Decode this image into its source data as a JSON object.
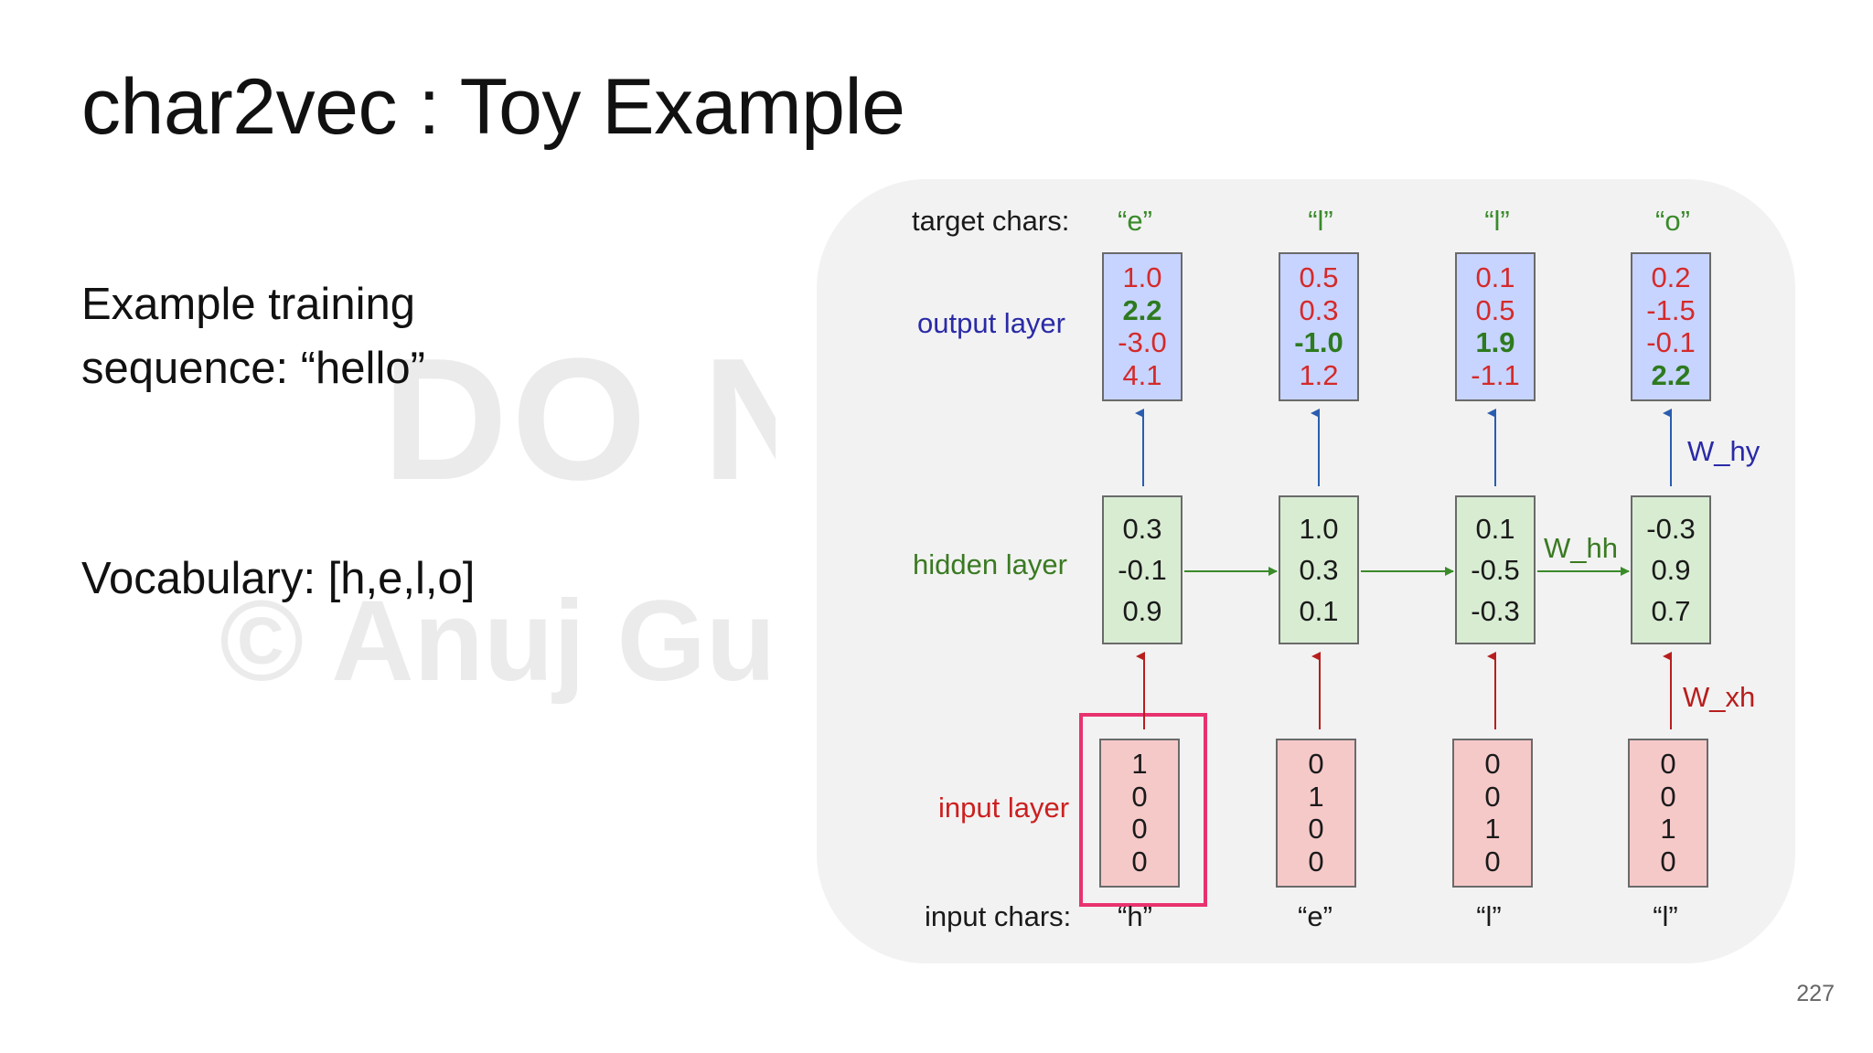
{
  "slide": {
    "title": "char2vec : Toy Example",
    "body_line1": "Example training",
    "body_line2": "sequence: “hello”",
    "vocabulary": "Vocabulary: [h,e,l,o]",
    "page_number": "227"
  },
  "watermark": {
    "line1": "DO NOT COPY",
    "line2": "© Anuj Gupta"
  },
  "diagram": {
    "labels": {
      "target_chars": "target chars:",
      "output_layer": "output layer",
      "hidden_layer": "hidden layer",
      "input_layer": "input layer",
      "input_chars": "input chars:"
    },
    "target_chars": [
      "“e”",
      "“l”",
      "“l”",
      "“o”"
    ],
    "input_chars": [
      "“h”",
      "“e”",
      "“l”",
      "“l”"
    ],
    "output_layer": [
      [
        "1.0",
        "2.2",
        "-3.0",
        "4.1"
      ],
      [
        "0.5",
        "0.3",
        "-1.0",
        "1.2"
      ],
      [
        "0.1",
        "0.5",
        "1.9",
        "-1.1"
      ],
      [
        "0.2",
        "-1.5",
        "-0.1",
        "2.2"
      ]
    ],
    "output_highlight_index": [
      1,
      2,
      2,
      3
    ],
    "hidden_layer": [
      [
        "0.3",
        "-0.1",
        "0.9"
      ],
      [
        "1.0",
        "0.3",
        "0.1"
      ],
      [
        "0.1",
        "-0.5",
        "-0.3"
      ],
      [
        "-0.3",
        "0.9",
        "0.7"
      ]
    ],
    "input_layer": [
      [
        "1",
        "0",
        "0",
        "0"
      ],
      [
        "0",
        "1",
        "0",
        "0"
      ],
      [
        "0",
        "0",
        "1",
        "0"
      ],
      [
        "0",
        "0",
        "1",
        "0"
      ]
    ],
    "weights": {
      "hy": "W_hy",
      "hh": "W_hh",
      "xh": "W_xh"
    },
    "colors": {
      "output_fill": "#c7d4ff",
      "hidden_fill": "#d8ecd2",
      "input_fill": "#f6c9c9",
      "highlight_border": "#e8326e",
      "arrow_blue": "#2a5db0",
      "arrow_green": "#3a8a2a",
      "arrow_red": "#b81e1e"
    }
  }
}
